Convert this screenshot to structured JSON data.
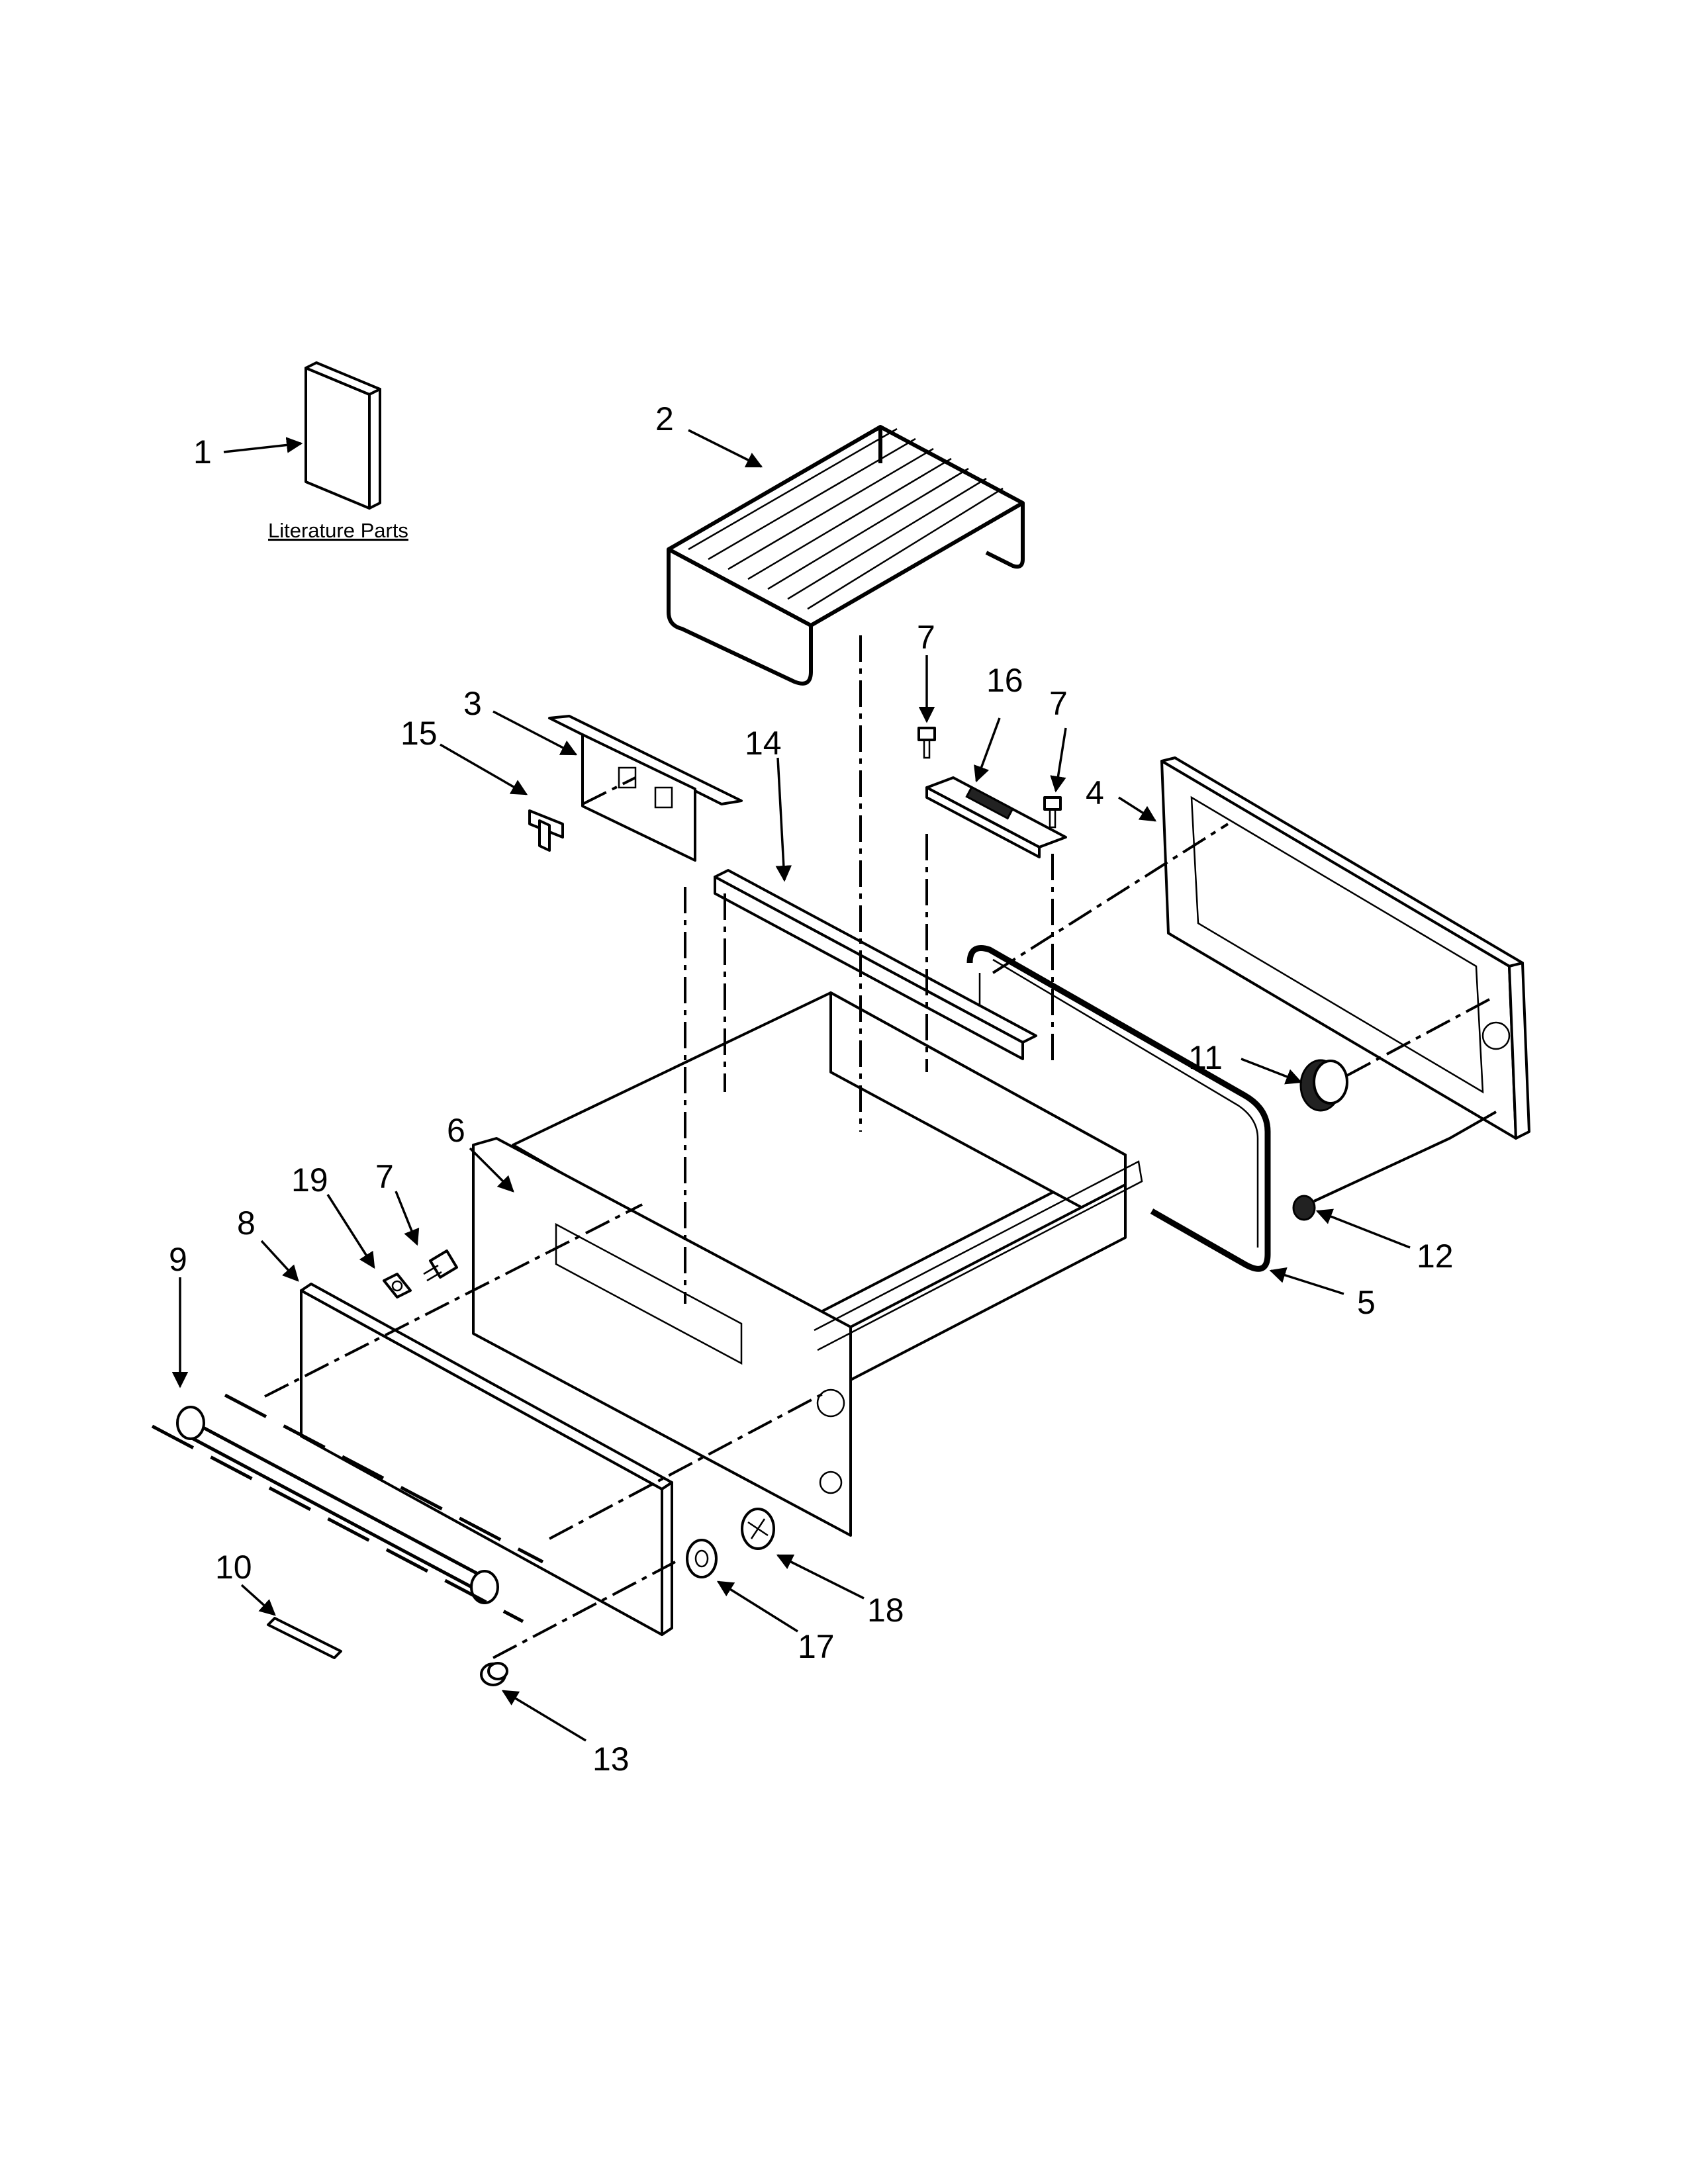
{
  "literature_caption": "Literature Parts",
  "callouts": [
    "1",
    "2",
    "3",
    "4",
    "5",
    "6",
    "7",
    "7",
    "7",
    "8",
    "9",
    "10",
    "11",
    "12",
    "13",
    "14",
    "15",
    "16",
    "17",
    "18",
    "19"
  ]
}
